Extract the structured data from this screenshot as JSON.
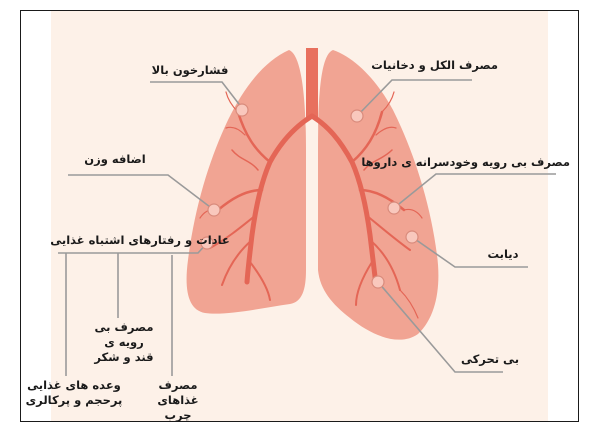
{
  "labels": {
    "high_bp": "فشارخون بالا",
    "alcohol": "مصرف الکل و دخانیات",
    "weight": "اضافه وزن",
    "drugs": "مصرف بی رویه  وخودسرانه ی داروها",
    "habits": "عادات و رفتارهای اشتباه غذایی",
    "diabetes": "دیابت",
    "inactivity": "بی تحرکی",
    "sugar_line1": "مصرف بی رویه ی",
    "sugar_line2": "قند و شکر",
    "meals_line1": "وعده های غذایی",
    "meals_line2": "پرحجم و پرکالری",
    "fatty_line1": "مصرف غذاهای",
    "fatty_line2": "چرب"
  },
  "colors": {
    "lung": "#f1a493",
    "vessel": "#e46656",
    "trachea": "#e8705e",
    "marker": "#f4b5a8",
    "leader": "#9a9a9a",
    "background": "#fdf1e8"
  }
}
